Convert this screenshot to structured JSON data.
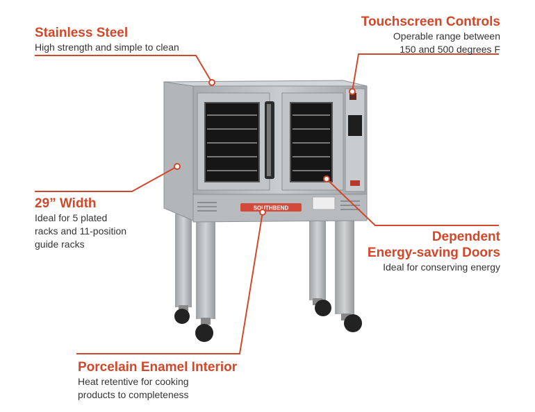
{
  "callouts": {
    "stainless_steel": {
      "title": "Stainless Steel",
      "desc": "High strength and simple to clean"
    },
    "touchscreen": {
      "title": "Touchscreen Controls",
      "desc_line1": "Operable range between",
      "desc_line2": "150 and 500 degrees F"
    },
    "width": {
      "title": "29” Width",
      "desc_line1": "Ideal for 5 plated",
      "desc_line2": "racks and 11-position",
      "desc_line3": "guide racks"
    },
    "doors": {
      "title_line1": "Dependent",
      "title_line2": "Energy-saving Doors",
      "desc": "Ideal for conserving energy"
    },
    "porcelain": {
      "title": "Porcelain Enamel Interior",
      "desc_line1": "Heat retentive for cooking",
      "desc_line2": "products to completeness"
    }
  },
  "oven": {
    "brand": "SOUTHBEND"
  },
  "colors": {
    "accent": "#d2472a",
    "text": "#333333",
    "steel": "#b9bcbf",
    "steel_dark": "#8e9194"
  }
}
